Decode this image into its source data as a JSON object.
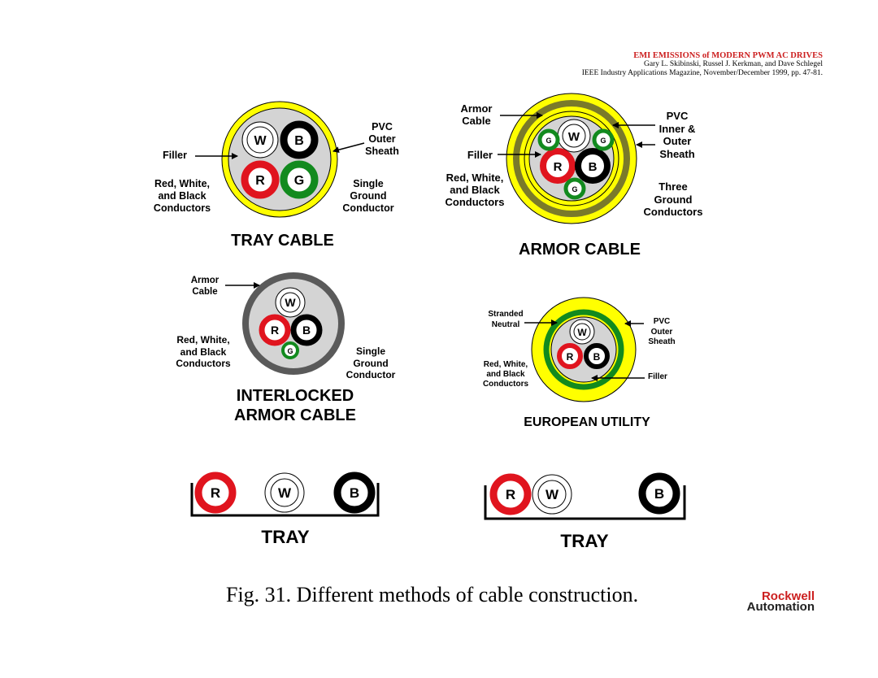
{
  "citation": {
    "title": "EMI EMISSIONS of MODERN PWM AC DRIVES",
    "authors": "Gary L. Skibinski, Russel J. Kerkman, and Dave Schlegel",
    "journal": "IEEE Industry Applications Magazine, November/December 1999, pp. 47-81."
  },
  "conductor_letters": {
    "white": "W",
    "black": "B",
    "red": "R",
    "green": "G"
  },
  "tray_cable": {
    "title": "TRAY CABLE",
    "filler": "Filler",
    "conductors": "Red, White,\nand Black\nConductors",
    "sheath": "PVC\nOuter\nSheath",
    "ground": "Single\nGround\nConductor"
  },
  "armor_cable": {
    "title": "ARMOR CABLE",
    "armor": "Armor\nCable",
    "filler": "Filler",
    "conductors": "Red, White,\nand Black\nConductors",
    "sheath": "PVC\nInner &\nOuter\nSheath",
    "ground": "Three\nGround\nConductors"
  },
  "interlocked_cable": {
    "title": "INTERLOCKED\nARMOR CABLE",
    "armor": "Armor\nCable",
    "conductors": "Red, White,\nand Black\nConductors",
    "ground": "Single\nGround\nConductor"
  },
  "european_utility": {
    "title": "EUROPEAN UTILITY",
    "neutral": "Stranded\nNeutral",
    "sheath": "PVC\nOuter\nSheath",
    "conductors": "Red, White,\nand Black\nConductors",
    "filler": "Filler"
  },
  "tray_left": {
    "title": "TRAY"
  },
  "tray_right": {
    "title": "TRAY"
  },
  "caption": "Fig. 31.  Different methods of cable construction.",
  "logo": {
    "line1": "Rockwell",
    "line2": "Automation"
  },
  "colors": {
    "yellow": "#ffff00",
    "red": "#e0141e",
    "green": "#128a1e",
    "gray_fill": "#d4d4d4",
    "armor_gray": "#5a5a5a",
    "olive": "#7a7a2a",
    "citation_red": "#cc1f1f"
  }
}
